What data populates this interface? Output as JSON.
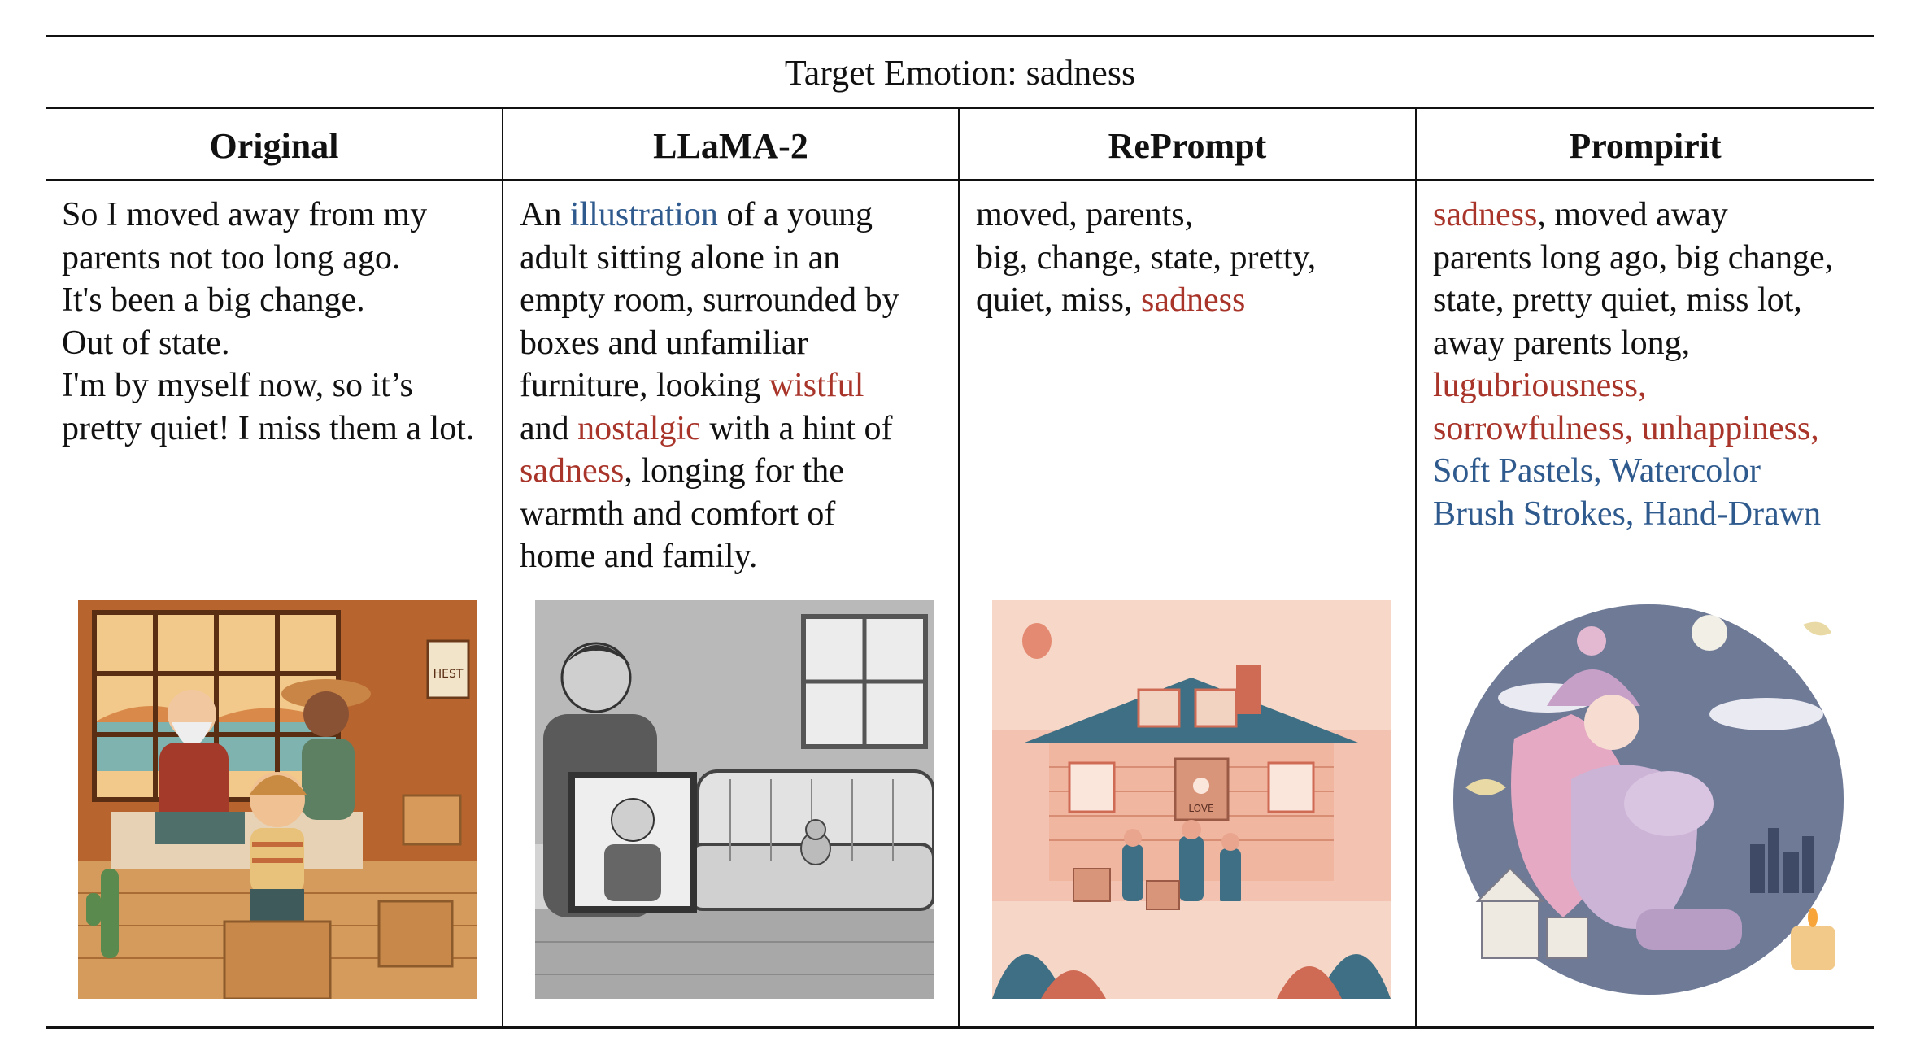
{
  "title": "Target Emotion: sadness",
  "columns": [
    {
      "header": "Original"
    },
    {
      "header": "LLaMA-2"
    },
    {
      "header": "RePrompt"
    },
    {
      "header": "Prompirit"
    }
  ],
  "original_lines": [
    "So I moved away from my",
    "parents not too long ago.",
    "It's been a big change.",
    "Out of state.",
    "I'm by myself now, so it’s",
    "pretty quiet! I miss them a lot."
  ],
  "llama": {
    "l1a": "An ",
    "l1b": "illustration",
    "l1c": " of a young",
    "l2": "adult sitting alone in an",
    "l3": "empty room, surrounded by",
    "l4": "boxes and unfamiliar",
    "l5a": "furniture, looking ",
    "l5b": "wistful",
    "l6a": "and ",
    "l6b": "nostalgic",
    "l6c": " with a hint of",
    "l7a": "sadness",
    "l7b": ", longing for the",
    "l8": "warmth and comfort of",
    "l9": "home and family."
  },
  "reprompt": {
    "l1": "moved, parents,",
    "l2": "big, change, state, pretty,",
    "l3a": "quiet, miss, ",
    "l3b": "sadness"
  },
  "prompirit": {
    "l1a": "sadness",
    "l1b": ", moved away",
    "l2": "parents long ago, big change,",
    "l3": "state, pretty quiet, miss lot,",
    "l4": "away parents long,",
    "l5": "lugubriousness,",
    "l6": "sorrowfulness, unhappiness,",
    "l7": "Soft Pastels, Watercolor",
    "l8": "Brush Strokes, Hand-Drawn"
  },
  "image_text": {
    "sign": "HEST",
    "box": "LOVE"
  },
  "colors": {
    "emotion_red": "#a8342a",
    "style_blue": "#2f5a8e",
    "rule": "#111111"
  }
}
